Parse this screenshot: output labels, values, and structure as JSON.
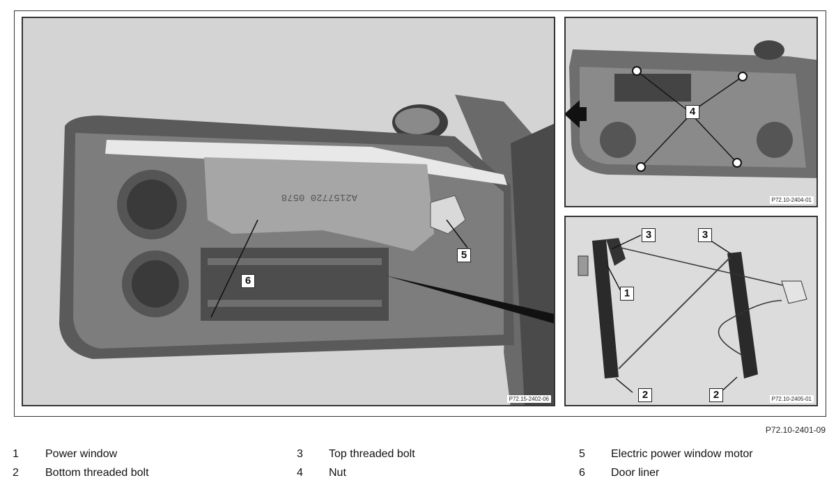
{
  "figure": {
    "reference_code": "P72.10-2401-09",
    "photo_codes": {
      "main": "P72.15-2402-06",
      "top_right": "P72.10-2404-01",
      "bottom_right": "P72.10-2405-01"
    },
    "callouts": {
      "c1": "1",
      "c2a": "2",
      "c2b": "2",
      "c3a": "3",
      "c3b": "3",
      "c4": "4",
      "c5": "5",
      "c6": "6"
    },
    "liner_stamp": "A2157720 0578"
  },
  "legend": [
    {
      "num": "1",
      "label": "Power window"
    },
    {
      "num": "2",
      "label": "Bottom threaded bolt"
    },
    {
      "num": "3",
      "label": "Top threaded bolt"
    },
    {
      "num": "4",
      "label": "Nut"
    },
    {
      "num": "5",
      "label": "Electric power window motor"
    },
    {
      "num": "6",
      "label": "Door liner"
    }
  ]
}
